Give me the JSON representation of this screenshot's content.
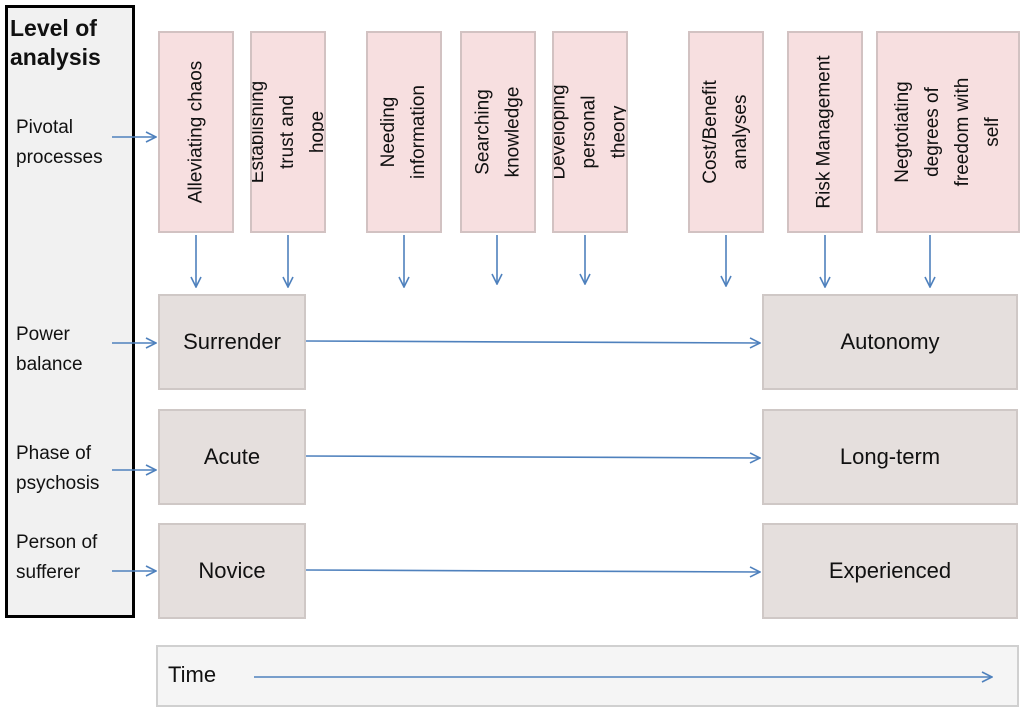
{
  "level_panel": {
    "title": "Level of analysis",
    "rows": [
      "Pivotal processes",
      "Power balance",
      "Phase of psychosis",
      "Person of sufferer"
    ]
  },
  "pivotal_processes": [
    "Alleviating chaos",
    "Establishing trust and hope",
    "Needing information",
    "Searching knowledge",
    "Developing personal theory",
    "Cost/Benefit analyses",
    "Risk Management",
    "Negtotiating degrees of freedom with self"
  ],
  "stages": [
    {
      "from": "Surrender",
      "to": "Autonomy"
    },
    {
      "from": "Acute",
      "to": "Long-term"
    },
    {
      "from": "Novice",
      "to": "Experienced"
    }
  ],
  "time_label": "Time",
  "colors": {
    "arrow": "#4f81bd",
    "process_fill": "#f7dfe0",
    "stage_fill": "#e5dfdd",
    "panel_fill": "#f1f1f1"
  }
}
